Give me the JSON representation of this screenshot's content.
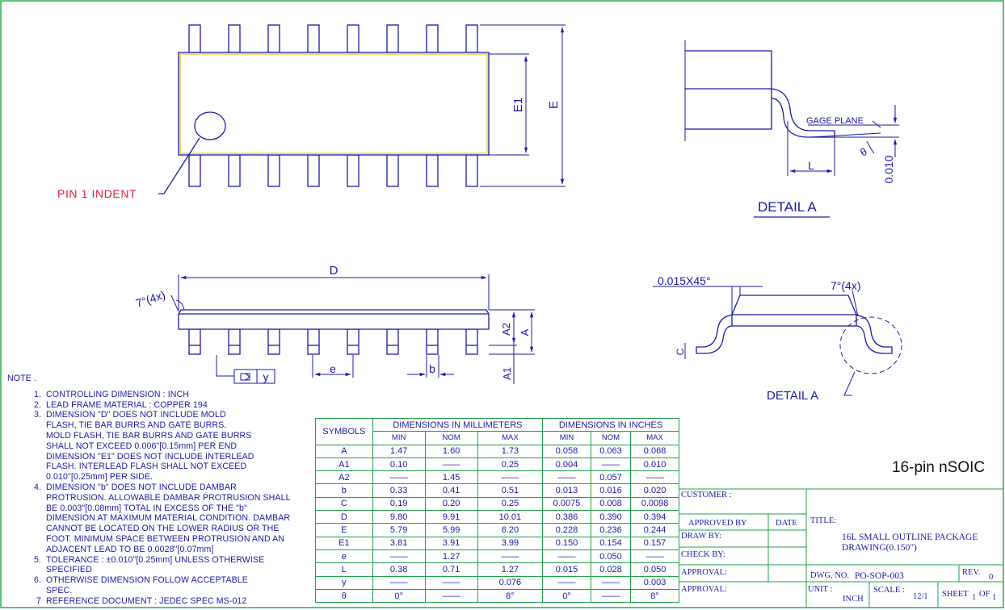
{
  "drawing": {
    "pin_indent_label": "PIN  1  INDENT",
    "label_E1": "E1",
    "label_E": "E",
    "label_D": "D",
    "label_A": "A",
    "label_A2": "A2",
    "label_A1": "A1",
    "label_e": "e",
    "label_b": "b",
    "label_y": "y",
    "label_7deg_left": "7°(4x)",
    "label_7deg_right": "7°(4x)",
    "label_chamfer": "0.015X45°",
    "label_c": "C",
    "label_gage_plane": "GAGE  PLANE",
    "label_theta": "θ",
    "label_L": "L",
    "label_0010": "0.010",
    "detail_a_title": "DETAIL  A",
    "detail_a_callout": "DETAIL  A"
  },
  "notes": {
    "header": "NOTE  .",
    "items": [
      {
        "num": "1.",
        "lines": [
          "CONTROLLING  DIMENSION  :  INCH"
        ]
      },
      {
        "num": "2.",
        "lines": [
          "LEAD  FRAME  MATERIAL  :  COPPER  194"
        ]
      },
      {
        "num": "3.",
        "lines": [
          "DIMENSION  \"D\"  DOES  NOT  INCLUDE  MOLD",
          "FLASH,  TIE  BAR  BURRS  AND  GATE  BURRS.",
          "MOLD  FLASH,  TIE  BAR  BURRS  AND  GATE  BURRS",
          "SHALL  NOT  EXCEED  0.006\"[0.15mm]  PER  END",
          "DIMENSION  \"E1\"  DOES  NOT  INCLUDE  INTERLEAD",
          "FLASH.  INTERLEAD  FLASH  SHALL  NOT  EXCEED",
          "0.010\"[0.25mm]  PER  SIDE."
        ]
      },
      {
        "num": "4.",
        "lines": [
          "DIMENSION  \"b\"  DOES  NOT  INCLUDE  DAMBAR",
          "PROTRUSION.  ALLOWABLE  DAMBAR  PROTRUSION  SHALL",
          "BE  0.003\"[0.08mm]  TOTAL  IN  EXCESS  OF  THE  \"b\"",
          "DIMENSION  AT  MAXIMUM  MATERIAL  CONDITION.  DAMBAR",
          "CANNOT  BE  LOCATED  ON  THE  LOWER  RADIUS  OR  THE",
          "FOOT.  MINIMUM  SPACE  BETWEEN  PROTRUSION  AND  AN",
          "ADJACENT  LEAD  TO  BE  0.0028\"[0.07mm]"
        ]
      },
      {
        "num": "5.",
        "lines": [
          "TOLERANCE  :  ±0.010\"[0.25mm]  UNLESS  OTHERWISE",
          "SPECIFIED"
        ]
      },
      {
        "num": "6.",
        "lines": [
          "OTHERWISE  DIMENSION  FOLLOW  ACCEPTABLE",
          "SPEC."
        ]
      },
      {
        "num": "7",
        "lines": [
          "REFERENCE  DOCUMENT  :  JEDEC  SPEC  MS-012"
        ]
      }
    ]
  },
  "table": {
    "symbols_header": "SYMBOLS",
    "mm_header": "DIMENSIONS  IN  MILLIMETERS",
    "in_header": "DIMENSIONS  IN  INCHES",
    "sub_headers": [
      "MIN",
      "NOM",
      "MAX",
      "MIN",
      "NOM",
      "MAX"
    ],
    "rows": [
      {
        "sym": "A",
        "vals": [
          "1.47",
          "1.60",
          "1.73",
          "0.058",
          "0.063",
          "0.068"
        ]
      },
      {
        "sym": "A1",
        "vals": [
          "0.10",
          "——",
          "0.25",
          "0.004",
          "——",
          "0.010"
        ]
      },
      {
        "sym": "A2",
        "vals": [
          "——",
          "1.45",
          "——",
          "——",
          "0.057",
          "——"
        ]
      },
      {
        "sym": "b",
        "vals": [
          "0.33",
          "0.41",
          "0.51",
          "0.013",
          "0.016",
          "0.020"
        ]
      },
      {
        "sym": "C",
        "vals": [
          "0.19",
          "0.20",
          "0.25",
          "0.0075",
          "0.008",
          "0.0098"
        ]
      },
      {
        "sym": "D",
        "vals": [
          "9.80",
          "9.91",
          "10.01",
          "0.386",
          "0.390",
          "0.394"
        ]
      },
      {
        "sym": "E",
        "vals": [
          "5.79",
          "5.99",
          "6.20",
          "0.228",
          "0.236",
          "0.244"
        ]
      },
      {
        "sym": "E1",
        "vals": [
          "3.81",
          "3.91",
          "3.99",
          "0.150",
          "0.154",
          "0.157"
        ]
      },
      {
        "sym": "e",
        "vals": [
          "——",
          "1.27",
          "——",
          "——",
          "0.050",
          "——"
        ]
      },
      {
        "sym": "L",
        "vals": [
          "0.38",
          "0.71",
          "1.27",
          "0.015",
          "0.028",
          "0.050"
        ]
      },
      {
        "sym": "y",
        "vals": [
          "——",
          "——",
          "0.076",
          "——",
          "——",
          "0.003"
        ]
      },
      {
        "sym": "θ",
        "vals": [
          "0°",
          "——",
          "8°",
          "0°",
          "——",
          "8°"
        ]
      }
    ]
  },
  "package_name": "16-pin nSOIC",
  "title_block": {
    "customer": "CUSTOMER  :",
    "approved_by": "APPROVED  BY",
    "date": "DATE",
    "title_label": "TITLE:",
    "title_line1": "16L  SMALL  OUTLINE  PACKAGE",
    "title_line2": "DRAWING(0.150\")",
    "draw_by": "DRAW  BY:",
    "check_by": "CHECK  BY:",
    "approval1": "APPROVAL:",
    "approval2": "APPROVAL:",
    "dwg_no_label": "DWG.  NO.",
    "dwg_no": "PO-SOP-003",
    "rev_label": "REV.",
    "rev": "0",
    "unit_label": "UNIT  :",
    "unit": "INCH",
    "scale_label": "SCALE  :",
    "scale": "12/1",
    "sheet_label": "SHEET",
    "sheet_num": "1",
    "sheet_of": "OF",
    "sheet_total": "1"
  },
  "colors": {
    "frame": "#22b14c",
    "outline": "#1a1aa6",
    "body_outline": "#e8c800",
    "callout": "#e0203a",
    "text": "#1a1aa6"
  }
}
